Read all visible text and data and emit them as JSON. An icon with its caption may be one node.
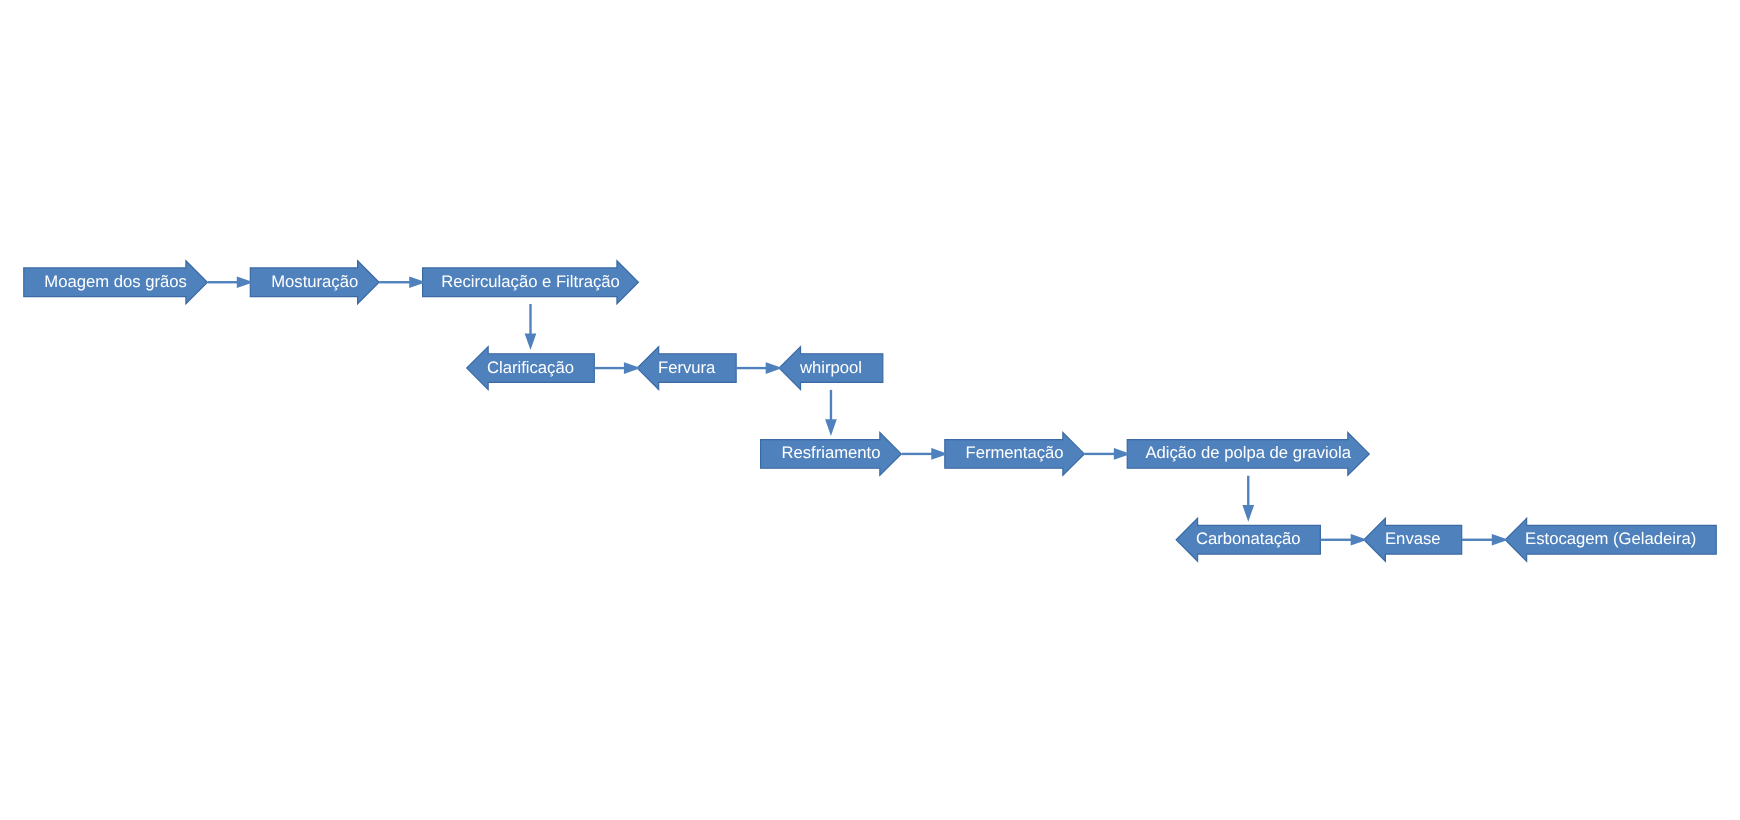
{
  "diagram": {
    "nodes": [
      {
        "text": [
          "Moagem dos grãos"
        ]
      },
      {
        "text": [
          "Mosturação"
        ]
      },
      {
        "text": [
          "Recirculação e Filtração"
        ]
      },
      {
        "text": [
          "whirpool"
        ]
      },
      {
        "text": [
          "Fervura"
        ]
      },
      {
        "text": [
          "Clarificação"
        ]
      },
      {
        "text": [
          "Resfriamento"
        ]
      },
      {
        "text": [
          "Fermentação"
        ]
      },
      {
        "text": [
          "Adição de polpa de graviola"
        ]
      },
      {
        "text": [
          "Estocagem (Geladeira)"
        ]
      },
      {
        "text": [
          "Envase"
        ]
      },
      {
        "text": [
          "Carbonatação"
        ]
      }
    ],
    "edges": [
      {
        "from": 0,
        "to": 1,
        "arrow": "to"
      },
      {
        "from": 1,
        "to": 2,
        "arrow": "to"
      },
      {
        "from": 2,
        "to": 5,
        "arrow": "to"
      },
      {
        "from": 5,
        "to": 4,
        "arrow": "to"
      },
      {
        "from": 4,
        "to": 3,
        "arrow": "to"
      },
      {
        "from": 3,
        "to": 6,
        "arrow": "to"
      },
      {
        "from": 6,
        "to": 7,
        "arrow": "to"
      },
      {
        "from": 7,
        "to": 8,
        "arrow": "to"
      },
      {
        "from": 8,
        "to": 11,
        "arrow": "to"
      },
      {
        "from": 11,
        "to": 10,
        "arrow": "to"
      },
      {
        "from": 10,
        "to": 9,
        "arrow": "to"
      }
    ]
  }
}
